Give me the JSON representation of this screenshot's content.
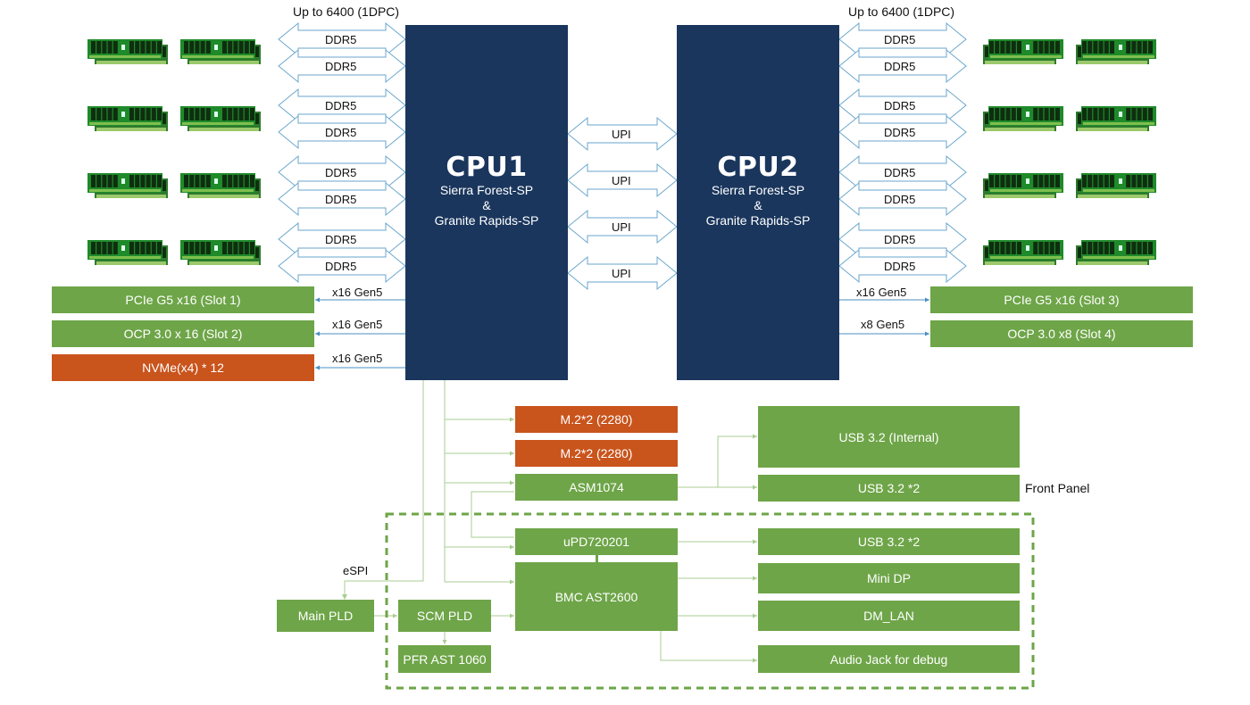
{
  "memory": {
    "speed_label_left": "Up to 6400 (1DPC)",
    "speed_label_right": "Up to 6400 (1DPC)",
    "channel_label": "DDR5",
    "channels_per_cpu": 8,
    "dimm_rows_per_side": 4,
    "dimms_per_row": 2
  },
  "cpus": [
    {
      "name": "CPU1",
      "line1": "Sierra Forest-SP",
      "line2": "&",
      "line3": "Granite Rapids-SP"
    },
    {
      "name": "CPU2",
      "line1": "Sierra Forest-SP",
      "line2": "&",
      "line3": "Granite Rapids-SP"
    }
  ],
  "upi_links": [
    "UPI",
    "UPI",
    "UPI",
    "UPI"
  ],
  "cpu1_io": [
    {
      "link": "x16 Gen5",
      "device": "PCIe G5 x16 (Slot 1)",
      "color": "#6ea548"
    },
    {
      "link": "x16 Gen5",
      "device": "OCP 3.0 x 16 (Slot 2)",
      "color": "#6ea548"
    },
    {
      "link": "x16 Gen5",
      "device": "NVMe(x4) * 12",
      "color": "#c9541c"
    }
  ],
  "cpu2_io": [
    {
      "link": "x16 Gen5",
      "device": "PCIe G5 x16 (Slot 3)",
      "color": "#6ea548"
    },
    {
      "link": "x8 Gen5",
      "device": "OCP 3.0 x8 (Slot 4)",
      "color": "#6ea548"
    }
  ],
  "pch_devices": {
    "m2_a": "M.2*2 (2280)",
    "m2_b": "M.2*2 (2280)",
    "asm": "ASM1074",
    "usb_internal": "USB 3.2 (Internal)",
    "usb_front": "USB 3.2 *2",
    "front_panel_label": "Front Panel",
    "upd": "uPD720201",
    "bmc": "BMC AST2600",
    "usb_rear": "USB 3.2 *2",
    "mini_dp": "Mini DP",
    "dm_lan": "DM_LAN",
    "audio": "Audio Jack for debug",
    "main_pld": "Main PLD",
    "scm_pld": "SCM PLD",
    "pfr": "PFR AST 1060",
    "espi_label": "eSPI"
  },
  "colors": {
    "cpu": "#1a365d",
    "green": "#6ea548",
    "orange": "#c9541c",
    "link_blue": "#4a8fc0",
    "wire_green": "#a9cc93"
  }
}
